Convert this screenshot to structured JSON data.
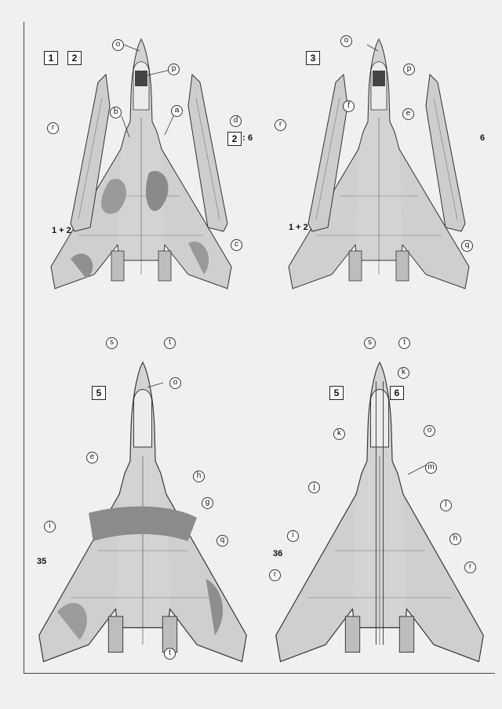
{
  "views": {
    "top_left": {
      "boxes": [
        "1",
        "2"
      ],
      "ratio_box": "2",
      "ratio_num": "6"
    },
    "top_right": {
      "boxes": [
        "3"
      ],
      "num": "6"
    },
    "bottom_left": {
      "boxes": [
        "5"
      ],
      "num": "35"
    },
    "bottom_right": {
      "boxes": [
        "5",
        "6"
      ],
      "num": "36"
    }
  },
  "refs": {
    "one_plus_two": "1 + 2",
    "colon": ":"
  },
  "callouts": {
    "tl": [
      "o",
      "p",
      "b",
      "a",
      "r",
      "d",
      "c",
      "s",
      "t"
    ],
    "tr": [
      "o",
      "p",
      "f",
      "e",
      "r",
      "q",
      "s",
      "t"
    ],
    "bl": [
      "o",
      "e",
      "h",
      "g",
      "i",
      "q",
      "t"
    ],
    "br": [
      "k",
      "k",
      "o",
      "j",
      "m",
      "l",
      "i",
      "h",
      "r",
      "r"
    ]
  },
  "colors": {
    "paper": "#f1f0ee",
    "light_grey": "#c9c9c9",
    "mid_grey": "#a7a7a7",
    "dark_grey": "#7a7a7a",
    "line": "#333333"
  }
}
